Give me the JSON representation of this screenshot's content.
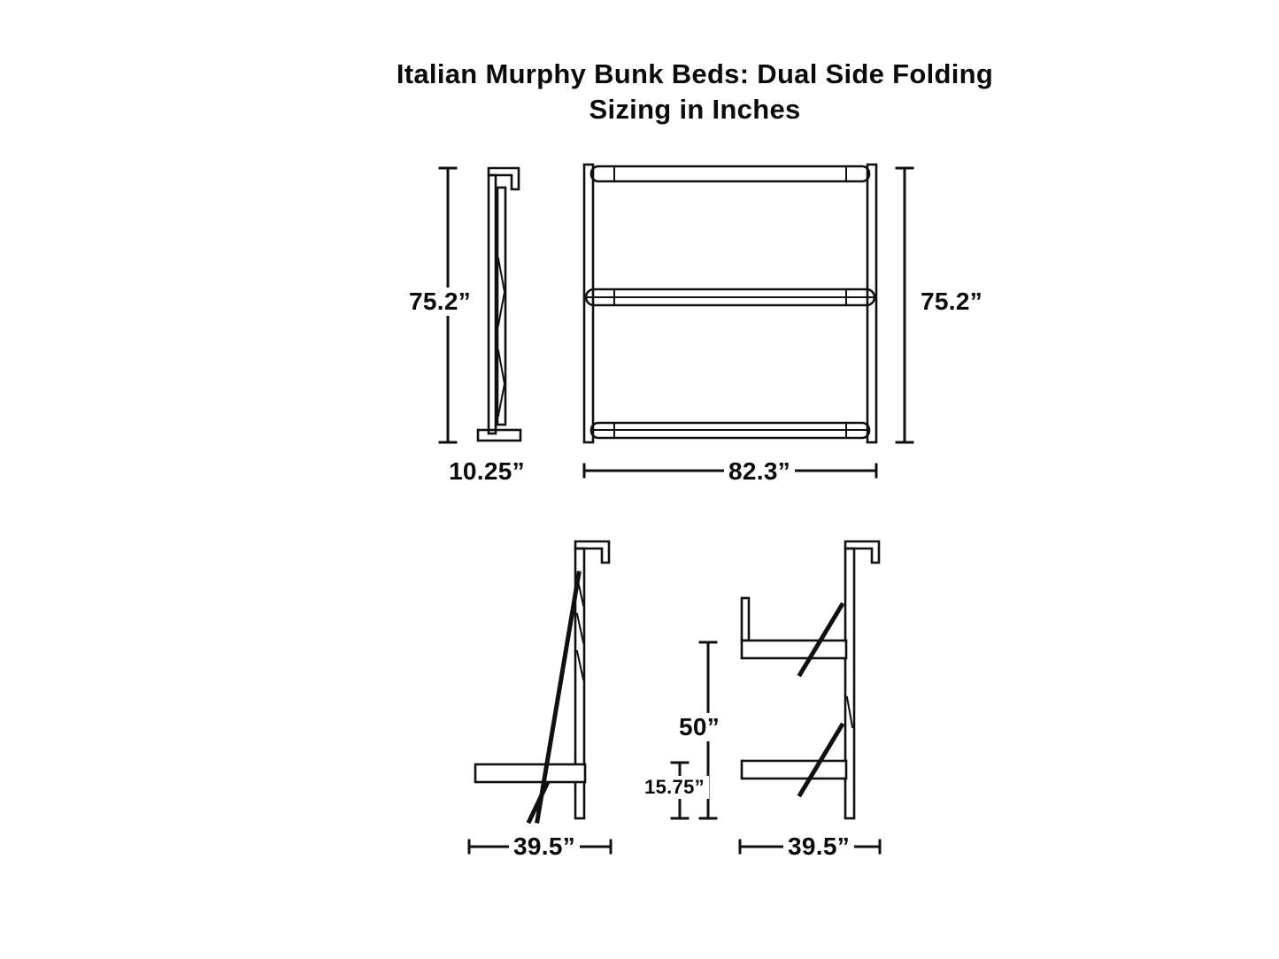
{
  "title": {
    "line1": "Italian Murphy Bunk Beds: Dual Side Folding",
    "line2": "Sizing in Inches"
  },
  "dimensions": {
    "closed_height_left": "75.2”",
    "closed_depth": "10.25”",
    "closed_height_right": "75.2”",
    "closed_width": "82.3”",
    "open_single_depth": "39.5”",
    "upper_bunk_height": "50”",
    "lower_bunk_height": "15.75”",
    "open_bunk_depth": "39.5”"
  },
  "colors": {
    "line": "#101010",
    "background": "#ffffff"
  }
}
